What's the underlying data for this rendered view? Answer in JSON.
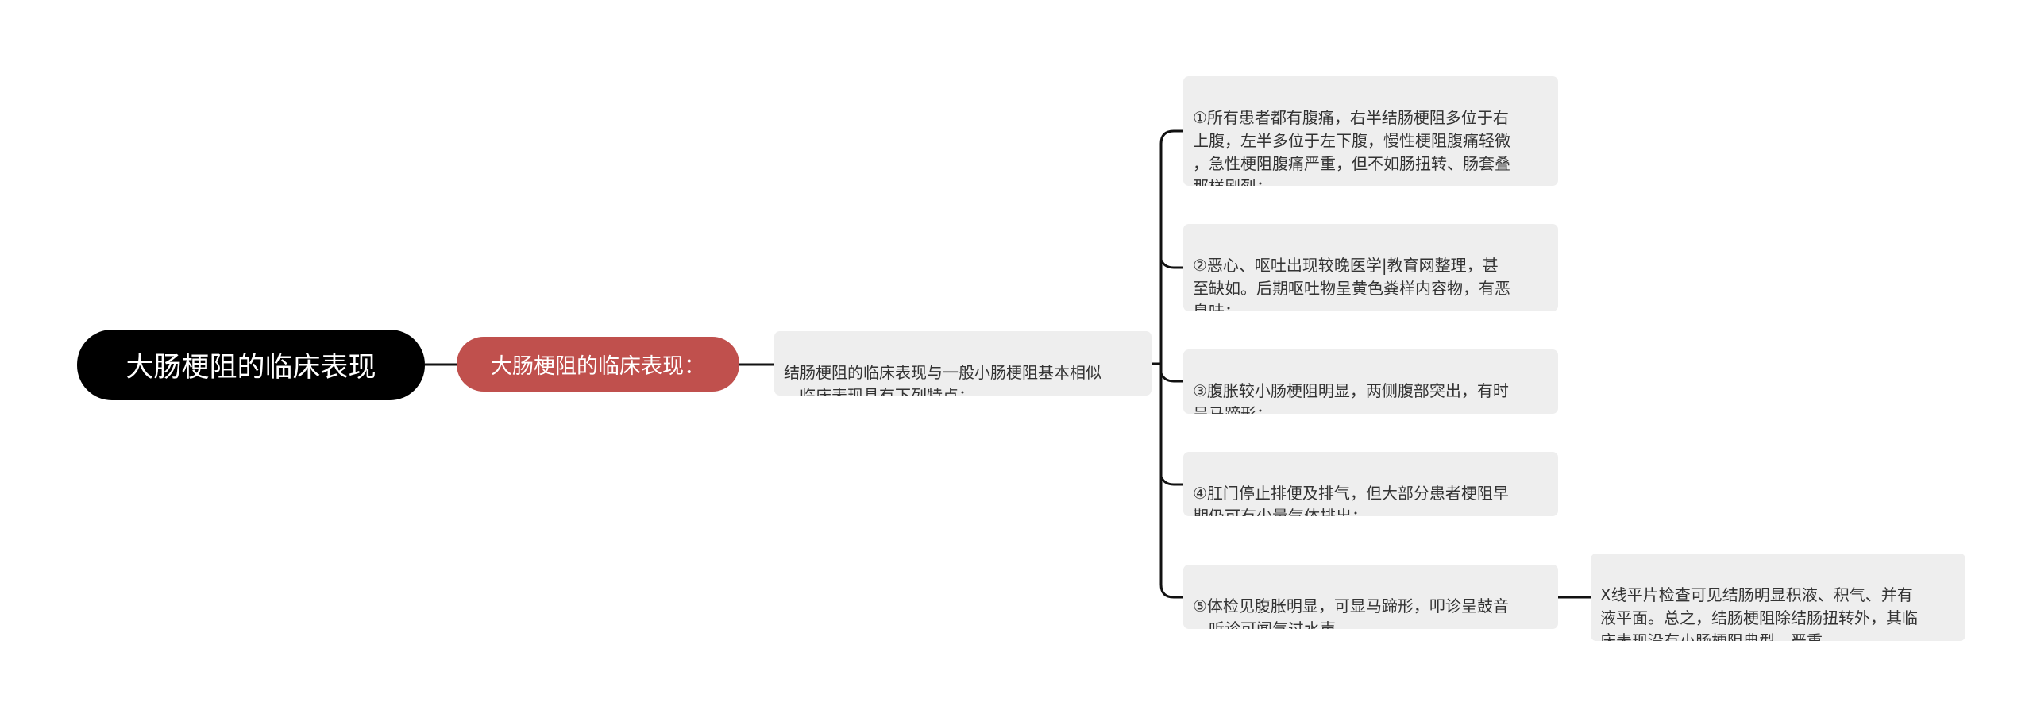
{
  "mindmap": {
    "root": {
      "label": "大肠梗阻的临床表现"
    },
    "subtopic": {
      "label": "大肠梗阻的临床表现："
    },
    "summary": {
      "text": "结肠梗阻的临床表现与一般小肠梗阻基本相似\n，临床表现具有下列特点："
    },
    "items": [
      {
        "text": "①所有患者都有腹痛，右半结肠梗阻多位于右\n上腹，左半多位于左下腹，慢性梗阻腹痛轻微\n，急性梗阻腹痛严重，但不如肠扭转、肠套叠\n那样剧烈；"
      },
      {
        "text": "②恶心、呕吐出现较晚医学|教育网整理，甚\n至缺如。后期呕吐物呈黄色粪样内容物，有恶\n臭味；"
      },
      {
        "text": "③腹胀较小肠梗阻明显，两侧腹部突出，有时\n呈马蹄形；"
      },
      {
        "text": "④肛门停止排便及排气，但大部分患者梗阻早\n期仍可有少量气体排出；"
      },
      {
        "text": "⑤体检见腹胀明显，可显马蹄形，叩诊呈鼓音\n，听诊可闻气过水声。"
      }
    ],
    "detail": {
      "text": "X线平片检查可见结肠明显积液、积气、并有\n液平面。总之，结肠梗阻除结肠扭转外，其临\n床表现没有小肠梗阻典型、严重。"
    }
  },
  "colors": {
    "root_bg": "#000000",
    "subtopic_bg": "#c0504d",
    "leaf_bg": "#eeeeee",
    "connector": "#111111"
  }
}
